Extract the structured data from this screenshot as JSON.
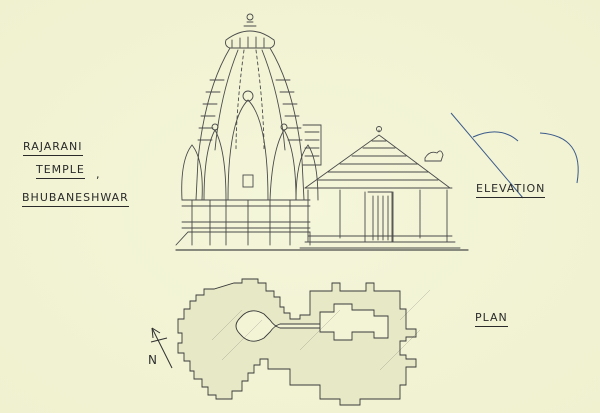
{
  "title": {
    "line1": "RAJARANI",
    "line2": "TEMPLE",
    "line2_suffix": ",",
    "line3": "BHUBANESHWAR"
  },
  "labels": {
    "elevation": "ELEVATION",
    "plan": "PLAN",
    "north": "N"
  },
  "colors": {
    "paper": "#f3f4d6",
    "pencil": "#3a3a3a",
    "ink_blue": "#3b5a8a"
  }
}
